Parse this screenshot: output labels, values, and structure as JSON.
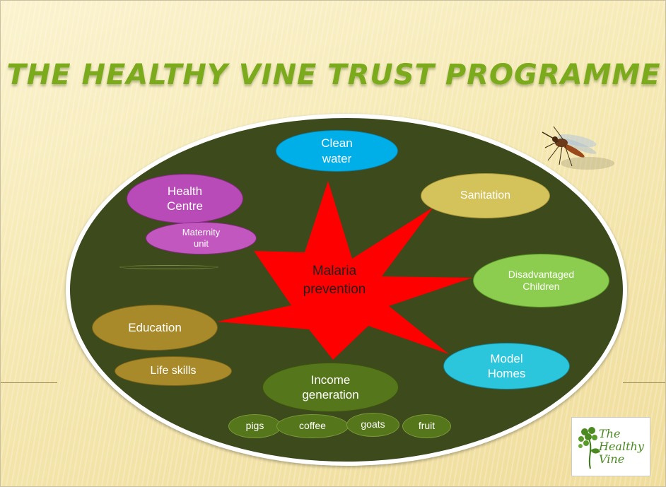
{
  "slide": {
    "title": "THE HEALTHY VINE TRUST PROGRAMME",
    "center": "Malaria\nprevention",
    "nodes": {
      "clean_water": "Clean\nwater",
      "sanitation": "Sanitation",
      "health_centre": "Health\nCentre",
      "maternity_unit": "Maternity\nunit",
      "disadvantaged_children": "Disadvantaged\nChildren",
      "education": "Education",
      "life_skills": "Life skills",
      "model_homes": "Model\nHomes",
      "income_generation": "Income\ngeneration",
      "pigs": "pigs",
      "coffee": "coffee",
      "goats": "goats",
      "fruit": "fruit"
    },
    "logo": "The\nHealthy\nVine",
    "colors": {
      "title": "#7bab1c",
      "oval_background": "#3c4a1c",
      "star": "#ff0000",
      "clean_water": "#00aee8",
      "sanitation": "#d4c25a",
      "health_centre": "#b94bb8",
      "disadvantaged_children": "#8ccc4e",
      "education": "#a88a2a",
      "model_homes": "#2cc6dc",
      "income_generation": "#55761a"
    },
    "icons": [
      "mosquito-icon",
      "vine-logo-icon"
    ]
  }
}
